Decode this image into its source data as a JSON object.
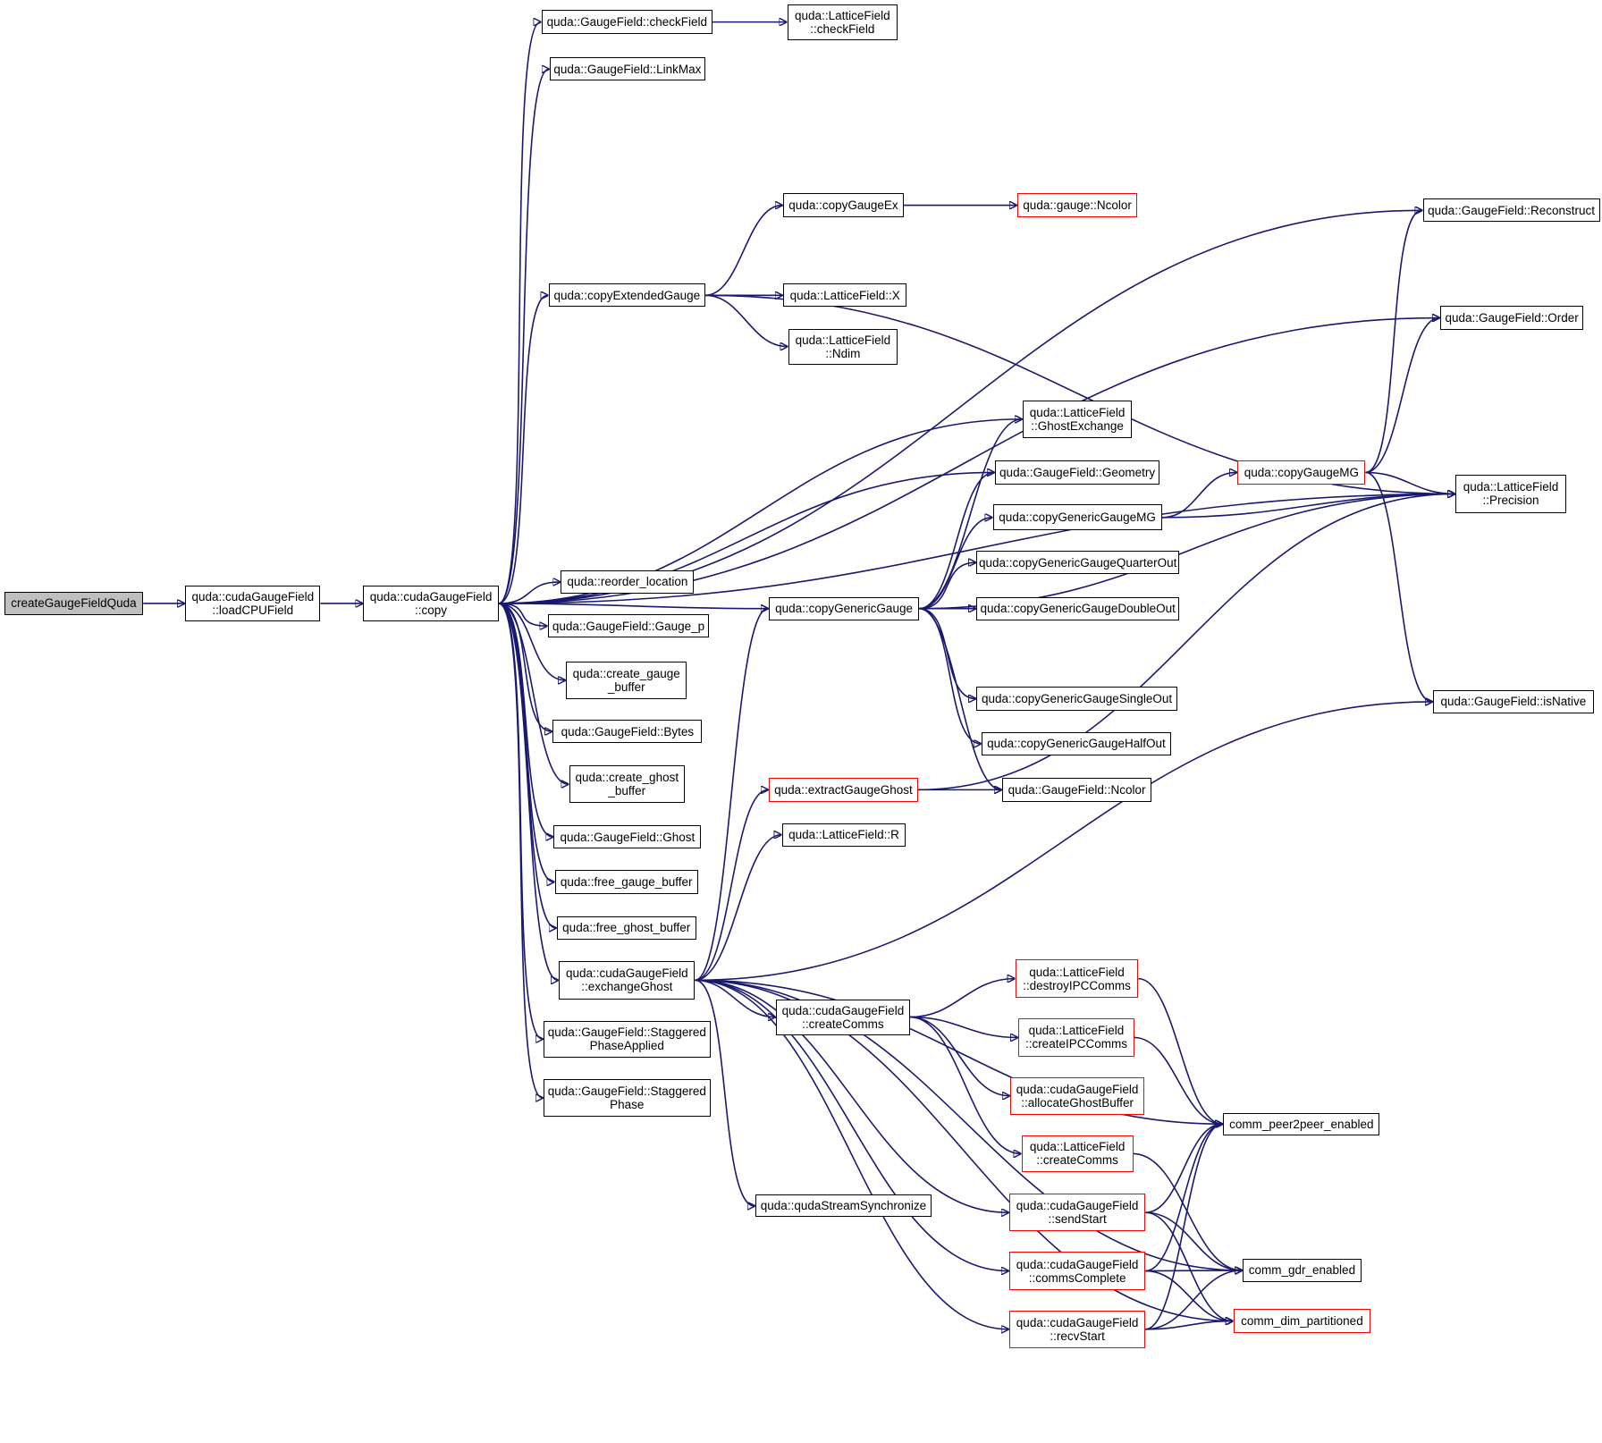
{
  "graph": {
    "nodes": [
      {
        "id": "createGaugeFieldQuda",
        "label": "createGaugeFieldQuda",
        "root": true
      },
      {
        "id": "loadCPUField",
        "label": "quda::cudaGaugeField\n::loadCPUField"
      },
      {
        "id": "copy",
        "label": "quda::cudaGaugeField\n::copy"
      },
      {
        "id": "checkField",
        "label": "quda::GaugeField::checkField"
      },
      {
        "id": "LF_checkField",
        "label": "quda::LatticeField\n::checkField"
      },
      {
        "id": "LinkMax",
        "label": "quda::GaugeField::LinkMax"
      },
      {
        "id": "copyGaugeEx",
        "label": "quda::copyGaugeEx"
      },
      {
        "id": "gauge_Ncolor",
        "label": "quda::gauge::Ncolor",
        "red": true
      },
      {
        "id": "copyExtendedGauge",
        "label": "quda::copyExtendedGauge"
      },
      {
        "id": "LF_X",
        "label": "quda::LatticeField::X"
      },
      {
        "id": "LF_Ndim",
        "label": "quda::LatticeField\n::Ndim"
      },
      {
        "id": "Reconstruct",
        "label": "quda::GaugeField::Reconstruct"
      },
      {
        "id": "Order",
        "label": "quda::GaugeField::Order"
      },
      {
        "id": "GhostExchange",
        "label": "quda::LatticeField\n::GhostExchange"
      },
      {
        "id": "Geometry",
        "label": "quda::GaugeField::Geometry"
      },
      {
        "id": "copyGaugeMG",
        "label": "quda::copyGaugeMG",
        "red": true
      },
      {
        "id": "Precision",
        "label": "quda::LatticeField\n::Precision"
      },
      {
        "id": "copyGenericGaugeMG",
        "label": "quda::copyGenericGaugeMG"
      },
      {
        "id": "copyGenericGaugeQuarterOut",
        "label": "quda::copyGenericGaugeQuarterOut"
      },
      {
        "id": "reorder_location",
        "label": "quda::reorder_location"
      },
      {
        "id": "Gauge_p",
        "label": "quda::GaugeField::Gauge_p"
      },
      {
        "id": "copyGenericGauge",
        "label": "quda::copyGenericGauge"
      },
      {
        "id": "copyGenericGaugeDoubleOut",
        "label": "quda::copyGenericGaugeDoubleOut"
      },
      {
        "id": "create_gauge_buffer",
        "label": "quda::create_gauge\n_buffer"
      },
      {
        "id": "copyGenericGaugeSingleOut",
        "label": "quda::copyGenericGaugeSingleOut"
      },
      {
        "id": "isNative",
        "label": "quda::GaugeField::isNative"
      },
      {
        "id": "Bytes",
        "label": "quda::GaugeField::Bytes"
      },
      {
        "id": "copyGenericGaugeHalfOut",
        "label": "quda::copyGenericGaugeHalfOut"
      },
      {
        "id": "create_ghost_buffer",
        "label": "quda::create_ghost\n_buffer"
      },
      {
        "id": "extractGaugeGhost",
        "label": "quda::extractGaugeGhost",
        "red": true
      },
      {
        "id": "GF_Ncolor",
        "label": "quda::GaugeField::Ncolor"
      },
      {
        "id": "Ghost",
        "label": "quda::GaugeField::Ghost"
      },
      {
        "id": "LF_R",
        "label": "quda::LatticeField::R"
      },
      {
        "id": "free_gauge_buffer",
        "label": "quda::free_gauge_buffer"
      },
      {
        "id": "free_ghost_buffer",
        "label": "quda::free_ghost_buffer"
      },
      {
        "id": "exchangeGhost",
        "label": "quda::cudaGaugeField\n::exchangeGhost"
      },
      {
        "id": "destroyIPCComms",
        "label": "quda::LatticeField\n::destroyIPCComms",
        "red": true
      },
      {
        "id": "cGF_createComms",
        "label": "quda::cudaGaugeField\n::createComms"
      },
      {
        "id": "StaggeredPhaseApplied",
        "label": "quda::GaugeField::Staggered\nPhaseApplied"
      },
      {
        "id": "createIPCComms",
        "label": "quda::LatticeField\n::createIPCComms",
        "red": true
      },
      {
        "id": "StaggeredPhase",
        "label": "quda::GaugeField::Staggered\nPhase"
      },
      {
        "id": "allocateGhostBuffer",
        "label": "quda::cudaGaugeField\n::allocateGhostBuffer",
        "red": true
      },
      {
        "id": "comm_peer2peer_enabled",
        "label": "comm_peer2peer_enabled"
      },
      {
        "id": "LF_createComms",
        "label": "quda::LatticeField\n::createComms",
        "red": true
      },
      {
        "id": "qudaStreamSynchronize",
        "label": "quda::qudaStreamSynchronize"
      },
      {
        "id": "sendStart",
        "label": "quda::cudaGaugeField\n::sendStart",
        "red": true
      },
      {
        "id": "commsComplete",
        "label": "quda::cudaGaugeField\n::commsComplete",
        "red": true
      },
      {
        "id": "comm_gdr_enabled",
        "label": "comm_gdr_enabled"
      },
      {
        "id": "comm_dim_partitioned",
        "label": "comm_dim_partitioned",
        "red": true
      },
      {
        "id": "recvStart",
        "label": "quda::cudaGaugeField\n::recvStart",
        "red": true
      }
    ],
    "edges": [
      [
        "createGaugeFieldQuda",
        "loadCPUField"
      ],
      [
        "loadCPUField",
        "copy"
      ],
      [
        "copy",
        "checkField"
      ],
      [
        "copy",
        "LinkMax"
      ],
      [
        "copy",
        "Reconstruct"
      ],
      [
        "copy",
        "Order"
      ],
      [
        "copy",
        "copyExtendedGauge"
      ],
      [
        "copy",
        "Precision"
      ],
      [
        "copy",
        "GhostExchange"
      ],
      [
        "copy",
        "Geometry"
      ],
      [
        "copy",
        "copyGenericGauge"
      ],
      [
        "copy",
        "reorder_location"
      ],
      [
        "copy",
        "Gauge_p"
      ],
      [
        "copy",
        "create_gauge_buffer"
      ],
      [
        "copy",
        "Bytes"
      ],
      [
        "copy",
        "create_ghost_buffer"
      ],
      [
        "copy",
        "Ghost"
      ],
      [
        "copy",
        "free_gauge_buffer"
      ],
      [
        "copy",
        "free_ghost_buffer"
      ],
      [
        "copy",
        "exchangeGhost"
      ],
      [
        "copy",
        "StaggeredPhaseApplied"
      ],
      [
        "copy",
        "StaggeredPhase"
      ],
      [
        "checkField",
        "LF_checkField"
      ],
      [
        "copyExtendedGauge",
        "copyGaugeEx"
      ],
      [
        "copyExtendedGauge",
        "LF_X"
      ],
      [
        "copyExtendedGauge",
        "LF_Ndim"
      ],
      [
        "copyExtendedGauge",
        "Precision"
      ],
      [
        "copyGaugeEx",
        "gauge_Ncolor"
      ],
      [
        "copyGenericGauge",
        "GhostExchange"
      ],
      [
        "copyGenericGauge",
        "Geometry"
      ],
      [
        "copyGenericGauge",
        "copyGenericGaugeMG"
      ],
      [
        "copyGenericGauge",
        "copyGenericGaugeQuarterOut"
      ],
      [
        "copyGenericGauge",
        "copyGenericGaugeDoubleOut"
      ],
      [
        "copyGenericGauge",
        "copyGenericGaugeSingleOut"
      ],
      [
        "copyGenericGauge",
        "copyGenericGaugeHalfOut"
      ],
      [
        "copyGenericGauge",
        "GF_Ncolor"
      ],
      [
        "copyGenericGauge",
        "Precision"
      ],
      [
        "copyGenericGaugeMG",
        "copyGaugeMG"
      ],
      [
        "copyGenericGaugeMG",
        "Precision"
      ],
      [
        "copyGaugeMG",
        "Reconstruct"
      ],
      [
        "copyGaugeMG",
        "Order"
      ],
      [
        "copyGaugeMG",
        "Precision"
      ],
      [
        "copyGaugeMG",
        "isNative"
      ],
      [
        "extractGaugeGhost",
        "GF_Ncolor"
      ],
      [
        "extractGaugeGhost",
        "Precision"
      ],
      [
        "exchangeGhost",
        "copyGenericGauge"
      ],
      [
        "exchangeGhost",
        "extractGaugeGhost"
      ],
      [
        "exchangeGhost",
        "LF_R"
      ],
      [
        "exchangeGhost",
        "isNative"
      ],
      [
        "exchangeGhost",
        "comm_peer2peer_enabled"
      ],
      [
        "exchangeGhost",
        "cGF_createComms"
      ],
      [
        "exchangeGhost",
        "qudaStreamSynchronize"
      ],
      [
        "exchangeGhost",
        "sendStart"
      ],
      [
        "exchangeGhost",
        "commsComplete"
      ],
      [
        "exchangeGhost",
        "recvStart"
      ],
      [
        "exchangeGhost",
        "comm_gdr_enabled"
      ],
      [
        "exchangeGhost",
        "comm_dim_partitioned"
      ],
      [
        "cGF_createComms",
        "destroyIPCComms"
      ],
      [
        "cGF_createComms",
        "createIPCComms"
      ],
      [
        "cGF_createComms",
        "allocateGhostBuffer"
      ],
      [
        "cGF_createComms",
        "LF_createComms"
      ],
      [
        "destroyIPCComms",
        "comm_peer2peer_enabled"
      ],
      [
        "createIPCComms",
        "comm_peer2peer_enabled"
      ],
      [
        "LF_createComms",
        "comm_gdr_enabled"
      ],
      [
        "sendStart",
        "comm_peer2peer_enabled"
      ],
      [
        "sendStart",
        "comm_gdr_enabled"
      ],
      [
        "sendStart",
        "comm_dim_partitioned"
      ],
      [
        "commsComplete",
        "comm_peer2peer_enabled"
      ],
      [
        "commsComplete",
        "comm_gdr_enabled"
      ],
      [
        "commsComplete",
        "comm_dim_partitioned"
      ],
      [
        "recvStart",
        "comm_peer2peer_enabled"
      ],
      [
        "recvStart",
        "comm_gdr_enabled"
      ],
      [
        "recvStart",
        "comm_dim_partitioned"
      ]
    ],
    "edge_color": "#191970",
    "root_fill": "#bfbfbf",
    "highlight_border": "#ff0000"
  }
}
